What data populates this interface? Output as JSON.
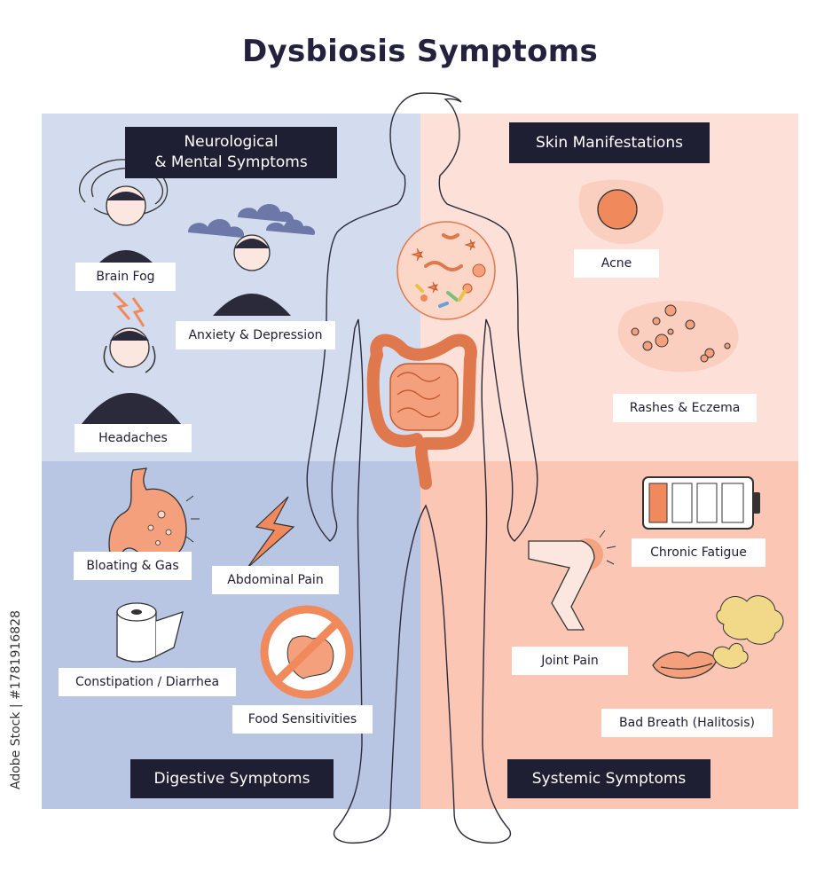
{
  "title": "Dysbiosis Symptoms",
  "sections": {
    "neurological": "Neurological\n& Mental Symptoms",
    "skin": "Skin Manifestations",
    "digestive": "Digestive Symptoms",
    "systemic": "Systemic Symptoms"
  },
  "symptoms": {
    "brain_fog": "Brain Fog",
    "anxiety": "Anxiety & Depression",
    "headaches": "Headaches",
    "acne": "Acne",
    "rashes": "Rashes & Eczema",
    "bloating": "Bloating & Gas",
    "abdominal_pain": "Abdominal Pain",
    "constipation": "Constipation / Diarrhea",
    "food_sensitivities": "Food Sensitivities",
    "chronic_fatigue": "Chronic Fatigue",
    "joint_pain": "Joint Pain",
    "bad_breath": "Bad Breath (Halitosis)"
  },
  "watermark": "Adobe Stock | #1781916828",
  "colors": {
    "neuro_bg": "#d3dbef",
    "skin_bg": "#fde0d7",
    "digestive_bg": "#b8c5e3",
    "systemic_bg": "#fcc6b4",
    "accent": "#f08a5d",
    "dark": "#1f1f33"
  }
}
